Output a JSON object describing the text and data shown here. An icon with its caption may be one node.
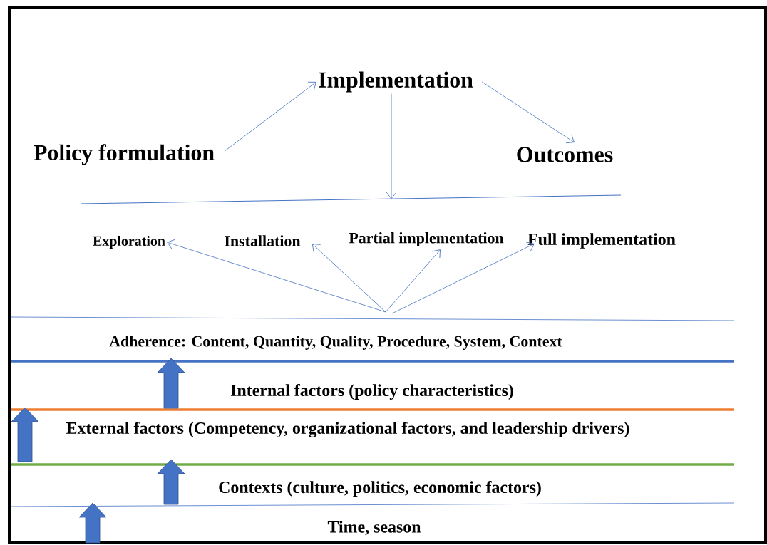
{
  "diagram": {
    "nodes": [
      {
        "text": [
          "Implementation"
        ]
      },
      {
        "text": [
          "Policy formulation"
        ]
      },
      {
        "text": [
          "Outcomes"
        ]
      },
      {
        "text": [
          "Exploration"
        ]
      },
      {
        "text": [
          "Installation"
        ]
      },
      {
        "text": [
          "Partial implementation"
        ]
      },
      {
        "text": [
          "Full implementation"
        ]
      },
      {
        "text": [],
        "shape": "bar"
      }
    ],
    "edges": [
      {
        "from": 1,
        "to": 0,
        "arrow": "to"
      },
      {
        "from": 0,
        "to": 2,
        "arrow": "to"
      },
      {
        "from": 0,
        "to": 7,
        "arrow": "to"
      },
      {
        "from": null,
        "to": 3,
        "arrow": "to"
      },
      {
        "from": null,
        "to": 4,
        "arrow": "to"
      },
      {
        "from": null,
        "to": 5,
        "arrow": "to"
      },
      {
        "from": null,
        "to": 6,
        "arrow": "to"
      }
    ],
    "labels": [
      "Adherence: Content, Quantity, Quality, Procedure, System, Context",
      "Internal factors (policy characteristics)",
      "External factors (Competency, organizational factors, and leadership drivers)",
      "Contexts (culture, politics, economic factors)",
      "Time, season"
    ]
  }
}
